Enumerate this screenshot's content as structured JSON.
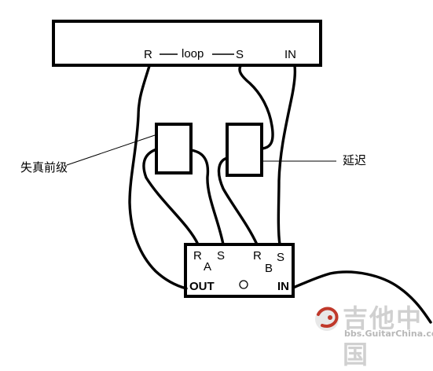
{
  "amp": {
    "loop_r": "R",
    "loop_text": "loop",
    "loop_s": "S",
    "in_label": "IN"
  },
  "pedals": {
    "distortion_label": "失真前级",
    "delay_label": "延迟"
  },
  "switcher": {
    "a_r": "R",
    "a_s": "S",
    "a_label": "A",
    "b_r": "R",
    "b_s": "S",
    "b_label": "B",
    "out_label": "OUT",
    "in_label": "IN"
  },
  "watermark": {
    "cn_text": "吉他中国",
    "url_text": "bbs.GuitarChina.com"
  }
}
